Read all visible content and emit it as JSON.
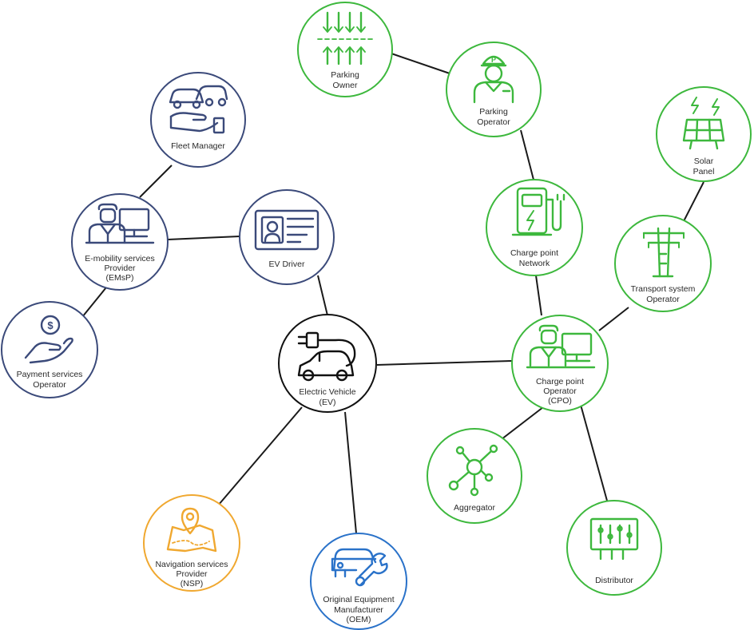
{
  "colors": {
    "blue_dark": "#3b4a7a",
    "green": "#3db83d",
    "orange": "#f0a830",
    "blue_bright": "#2a72c9",
    "black": "#111111",
    "line": "#1a1a1a"
  },
  "nodes": {
    "parking_owner": {
      "label": [
        "Parking",
        "Owner"
      ],
      "icon": "parking-bays-icon"
    },
    "parking_operator": {
      "label": [
        "Parking",
        "Operator"
      ],
      "icon": "parking-attendant-icon"
    },
    "solar_panel": {
      "label": [
        "Solar",
        "Panel"
      ],
      "icon": "solar-panel-icon"
    },
    "fleet_manager": {
      "label": [
        "Fleet Manager"
      ],
      "icon": "fleet-cars-hand-icon"
    },
    "emsp": {
      "label": [
        "E-mobility services",
        "Provider",
        "(EMsP)"
      ],
      "icon": "person-at-computer-icon"
    },
    "ev_driver": {
      "label": [
        "EV Driver"
      ],
      "icon": "driver-id-card-icon"
    },
    "cp_network": {
      "label": [
        "Charge point",
        "Network"
      ],
      "icon": "charging-station-icon"
    },
    "tso": {
      "label": [
        "Transport system",
        "Operator"
      ],
      "icon": "power-pylon-icon"
    },
    "payment": {
      "label": [
        "Payment services",
        "Operator"
      ],
      "icon": "hand-coin-icon"
    },
    "ev": {
      "label": [
        "Electric Vehicle",
        "(EV)"
      ],
      "icon": "plug-car-icon"
    },
    "cpo": {
      "label": [
        "Charge point",
        "Operator",
        "(CPO)"
      ],
      "icon": "person-at-computer-icon"
    },
    "aggregator": {
      "label": [
        "Aggregator"
      ],
      "icon": "network-hub-icon"
    },
    "distributor": {
      "label": [
        "Distributor"
      ],
      "icon": "control-panel-icon"
    },
    "nsp": {
      "label": [
        "Navigation services",
        "Provider",
        "(NSP)"
      ],
      "icon": "map-pin-icon"
    },
    "oem": {
      "label": [
        "Original Equipment",
        "Manufacturer",
        "(OEM)"
      ],
      "icon": "car-wrench-icon"
    }
  }
}
